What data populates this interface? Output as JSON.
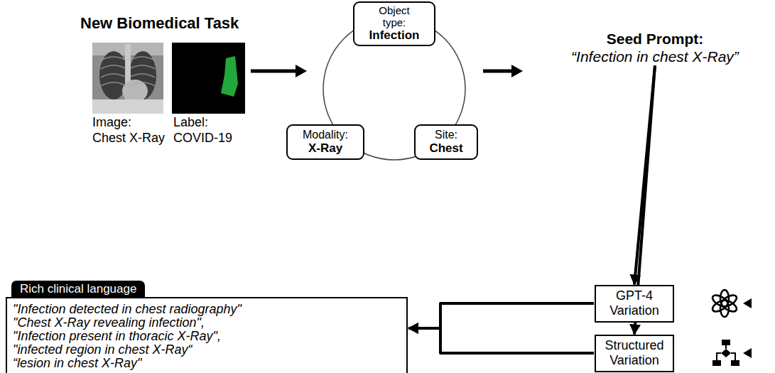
{
  "diagram": {
    "title": "New Biomedical Task",
    "nodes": [
      {
        "text": [
          "Image:",
          "Chest X-Ray"
        ]
      },
      {
        "text": [
          "Label:",
          "COVID-19"
        ]
      },
      {
        "text": [
          "Object type:",
          "Infection"
        ]
      },
      {
        "text": [
          "Modality:",
          "X-Ray"
        ]
      },
      {
        "text": [
          "Site:",
          "Chest"
        ]
      },
      {
        "text": [
          "Seed Prompt:",
          "“Infection in chest X-Ray”"
        ]
      },
      {
        "text": [
          "GPT-4 Variation"
        ]
      },
      {
        "text": [
          "Structured Variation"
        ]
      },
      {
        "text": [
          "Rich clinical language",
          "\"Infection detected in chest radiography\"",
          "\"Chest X-Ray revealing infection\",",
          "\"Infection present in thoracic X-Ray\",",
          "\"infected region in chest X-Ray“",
          "“lesion in chest X-Ray\""
        ]
      }
    ],
    "edges": [
      {
        "from": 5,
        "to": 6,
        "arrow": "to"
      },
      {
        "from": 5,
        "to": 7,
        "arrow": "to"
      },
      {
        "from": 6,
        "to": 8,
        "arrow": "to"
      },
      {
        "from": 7,
        "to": 8,
        "arrow": "to"
      }
    ]
  }
}
